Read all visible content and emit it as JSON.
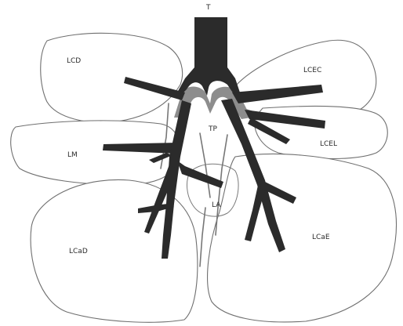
{
  "labels": {
    "trachea": "T",
    "lcd": "LCD",
    "lcec": "LCEC",
    "lm": "LM",
    "lcel": "LCEL",
    "tp": "TP",
    "la": "LA",
    "lcad": "LCaD",
    "lcae": "LCaE"
  },
  "colors": {
    "outline": "#6f6f6f",
    "airway": "#2b2b2b",
    "airway_shade": "#8d8d8d",
    "background": "#ffffff"
  }
}
